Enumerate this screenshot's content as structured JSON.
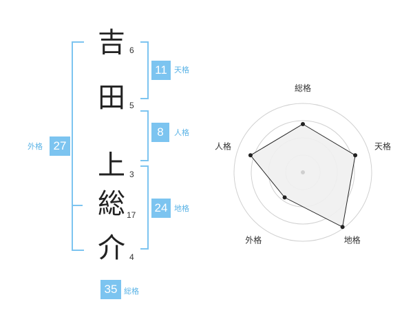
{
  "characters": [
    {
      "char": "吉",
      "strokes": "6"
    },
    {
      "char": "田",
      "strokes": "5"
    },
    {
      "char": "上",
      "strokes": "3"
    },
    {
      "char": "総",
      "strokes": "17"
    },
    {
      "char": "介",
      "strokes": "4"
    }
  ],
  "fortunes": {
    "tenkaku": {
      "value": "11",
      "label": "天格"
    },
    "jinkaku": {
      "value": "8",
      "label": "人格"
    },
    "chikaku": {
      "value": "24",
      "label": "地格"
    },
    "gaikaku": {
      "value": "27",
      "label": "外格"
    },
    "soukaku": {
      "value": "35",
      "label": "総格"
    }
  },
  "colors": {
    "accent": "#7cc4f0",
    "accent_text": "#5ab3e6",
    "radar_fill": "#efefef",
    "radar_line": "#222222"
  },
  "chart_data": {
    "type": "radar",
    "axes": [
      "総格",
      "天格",
      "地格",
      "外格",
      "人格"
    ],
    "values": [
      0.7,
      0.8,
      0.98,
      0.45,
      0.8
    ],
    "max": 1,
    "rings": 4
  }
}
